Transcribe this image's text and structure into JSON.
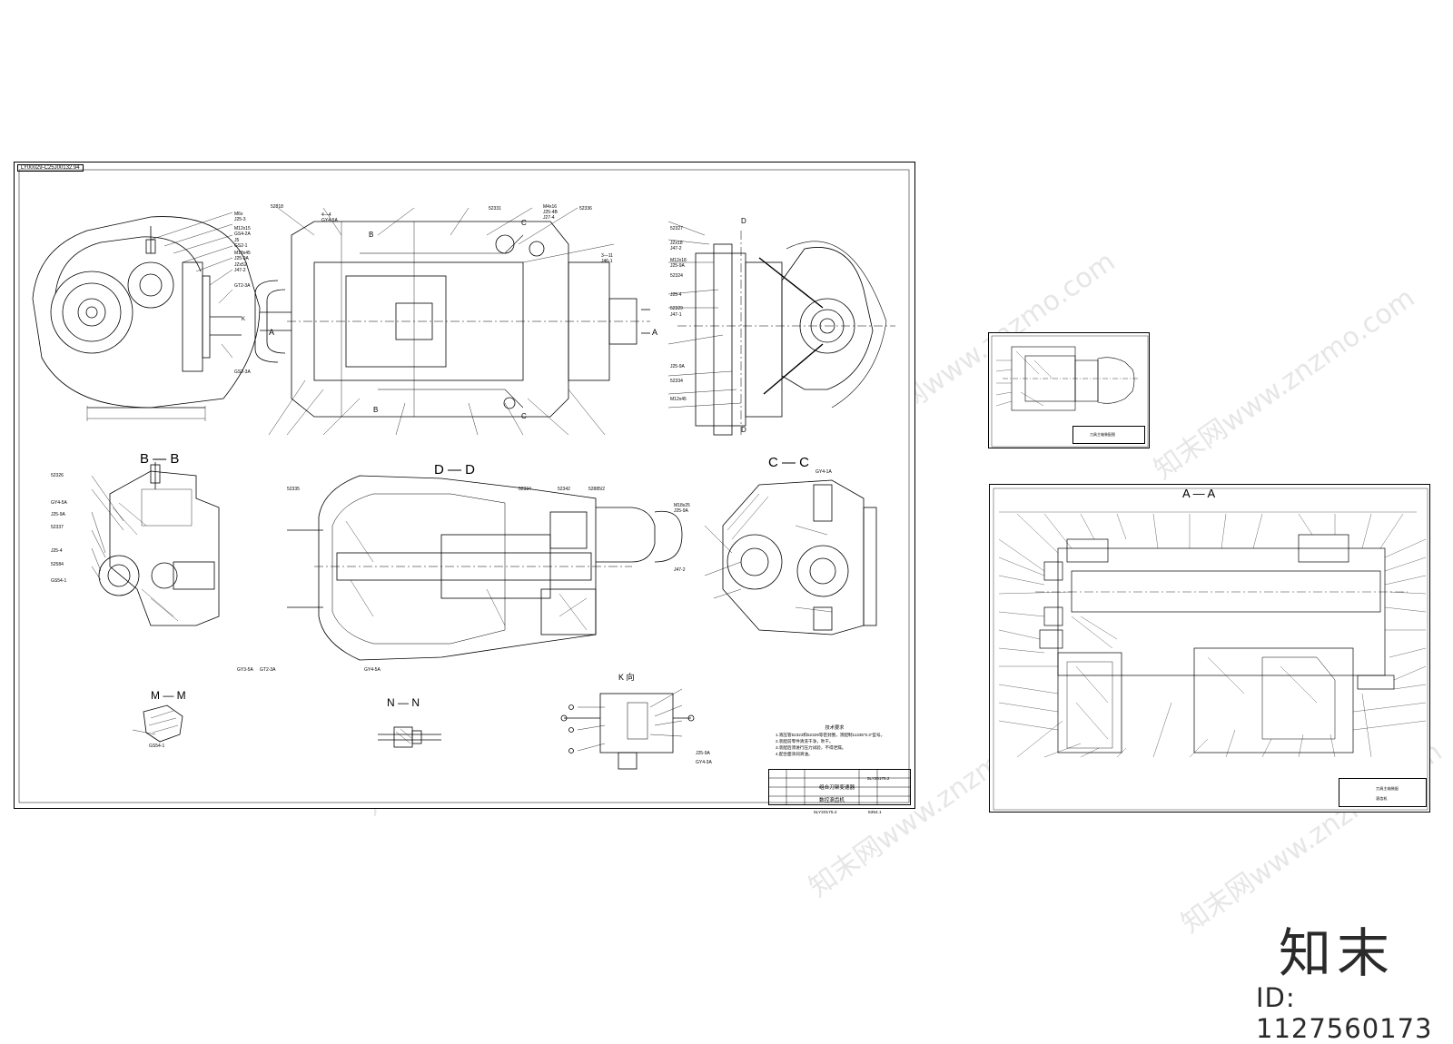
{
  "main_sheet": {
    "sheet_code": "LY00029-C25J00132.94",
    "view_labels": [
      "B — B",
      "D — D",
      "C — C",
      "M — M",
      "N — N",
      "K 向"
    ],
    "section_markers": [
      "A",
      "A",
      "B",
      "B",
      "C",
      "C",
      "D",
      "D",
      "K"
    ],
    "part_callouts": [
      "M6x",
      "J25-3",
      "M12x15",
      "GS4-2A",
      "J5",
      "GS2-1",
      "M18x45",
      "J25-9A",
      "JZx52",
      "J47-2",
      "GT2-3A",
      "GS2-3A",
      "52818",
      "4—4",
      "GY4-5A",
      "52331",
      "M4x16",
      "J25-4B",
      "J27-4",
      "52336",
      "3—11",
      "J46-1",
      "52327",
      "JZx18",
      "J47-2",
      "M12x18",
      "J25-9A",
      "52324",
      "J25-4",
      "52329",
      "J47-1",
      "J25-9A",
      "52334",
      "M12x45",
      "52326",
      "GY4-5A",
      "J25-9A",
      "52337",
      "J25-4",
      "52584",
      "GS54-1",
      "52335",
      "52334",
      "52342",
      "52885/2",
      "M18x25",
      "J25-9A",
      "J47-2",
      "GY4-1A",
      "GY3-5A",
      "GY4-5A",
      "GT2-3A",
      "GS54-1",
      "J25-9A",
      "GY4-3A"
    ],
    "notes": {
      "heading": "技术要求",
      "lines": [
        "1.液压管52323和52329等密封圈，须配制11335“0.3”型号。",
        "2.装配前零件清洗干净，吹干。",
        "3.装配后须进行压力试验，不得泄漏。",
        "4.配合面涂润滑油。"
      ]
    },
    "title_block": {
      "name_line1": "组合刀架变速器",
      "name_line2": "数控滚齿机",
      "drawing_code": "5LY20175.2"
    },
    "footer": [
      "5LY20175.2",
      "5354.1"
    ]
  },
  "small_sheet": {
    "title": "刀具主轴装配图"
  },
  "large_sheet": {
    "view_label": "A — A",
    "title_line1": "刀具主轴装配",
    "title_line2": "滚齿机"
  },
  "watermark_text": "知末网www.znzmo.com",
  "brand": "知末",
  "id_label": "ID: 1127560173"
}
